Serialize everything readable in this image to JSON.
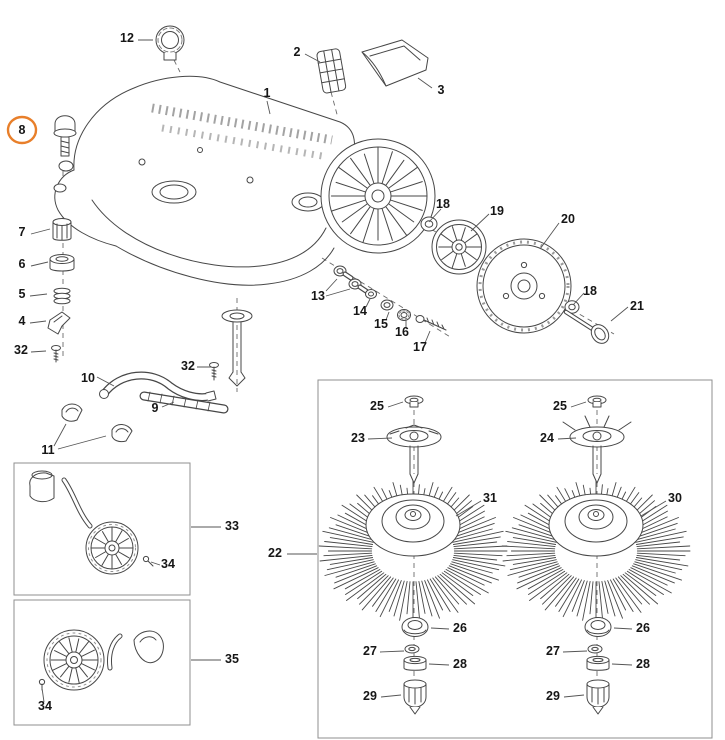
{
  "diagram": {
    "type": "exploded-parts-diagram",
    "subject": "mower parts schematic",
    "background": "#ffffff",
    "line_color": "#474747",
    "label_color": "#161616",
    "box_border_color": "#8f8f8f",
    "highlight": {
      "part": "8",
      "color": "#e87f2a"
    },
    "labels": [
      {
        "text": "12"
      },
      {
        "text": "2"
      },
      {
        "text": "3"
      },
      {
        "text": "1"
      },
      {
        "text": "8",
        "highlighted": true
      },
      {
        "text": "7"
      },
      {
        "text": "6"
      },
      {
        "text": "5"
      },
      {
        "text": "4"
      },
      {
        "text": "32"
      },
      {
        "text": "10"
      },
      {
        "text": "32"
      },
      {
        "text": "9"
      },
      {
        "text": "11"
      },
      {
        "text": "13"
      },
      {
        "text": "14"
      },
      {
        "text": "15"
      },
      {
        "text": "16"
      },
      {
        "text": "17"
      },
      {
        "text": "18"
      },
      {
        "text": "19"
      },
      {
        "text": "20"
      },
      {
        "text": "18"
      },
      {
        "text": "21"
      },
      {
        "text": "33"
      },
      {
        "text": "34"
      },
      {
        "text": "35"
      },
      {
        "text": "34"
      },
      {
        "text": "22"
      },
      {
        "text": "25"
      },
      {
        "text": "23"
      },
      {
        "text": "31"
      },
      {
        "text": "26"
      },
      {
        "text": "27"
      },
      {
        "text": "28"
      },
      {
        "text": "29"
      },
      {
        "text": "25"
      },
      {
        "text": "24"
      },
      {
        "text": "30"
      },
      {
        "text": "26"
      },
      {
        "text": "27"
      },
      {
        "text": "28"
      },
      {
        "text": "29"
      }
    ]
  }
}
